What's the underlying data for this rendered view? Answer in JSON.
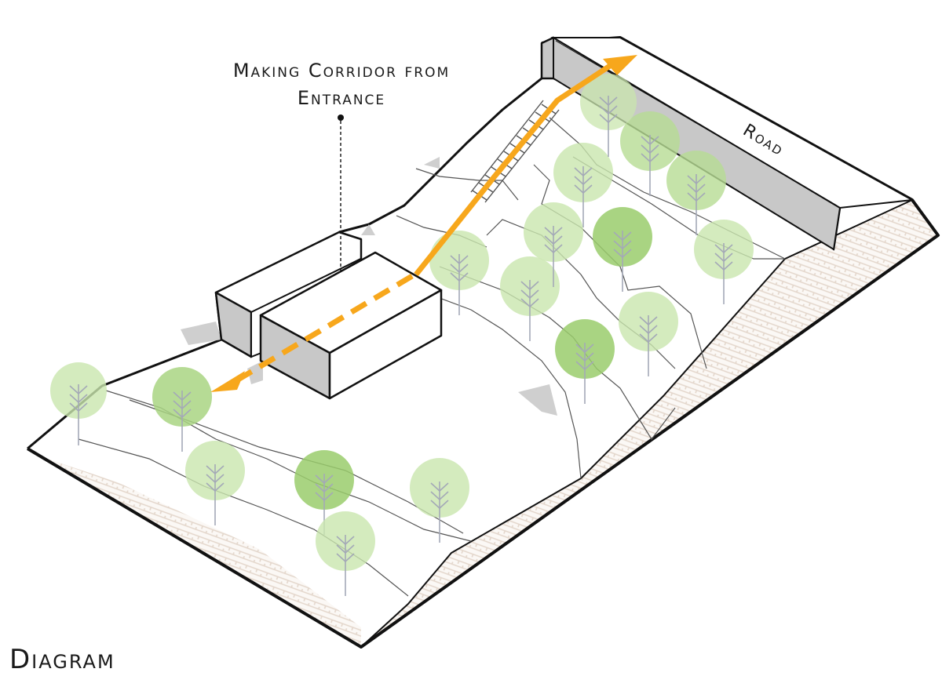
{
  "annotation": {
    "line1": "Making Corridor from",
    "line2": "Entrance"
  },
  "road_label": "Road",
  "caption": "Diagram",
  "colors": {
    "corridor": "#F7A71C",
    "tree_light": "#C9E6AE",
    "tree_dark": "#9ACD6C",
    "trunk": "#A4A9B7",
    "wall_shade": "#C8C8C8",
    "hatch": "#E4D7CD"
  },
  "icons": [
    "tree-icon",
    "arrow-icon",
    "stair-icon"
  ]
}
